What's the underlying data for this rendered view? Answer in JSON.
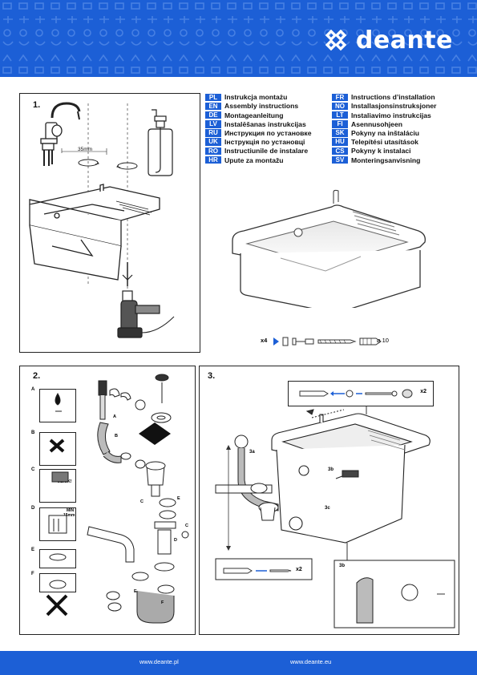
{
  "brand": {
    "name": "deante",
    "color": "#1c5fd6"
  },
  "languages": {
    "left": [
      {
        "code": "PL",
        "title": "Instrukcja montażu"
      },
      {
        "code": "EN",
        "title": "Assembly instructions"
      },
      {
        "code": "DE",
        "title": "Montageanleitung"
      },
      {
        "code": "LV",
        "title": "Instalēšanas instrukcijas"
      },
      {
        "code": "RU",
        "title": "Инструкция по установке"
      },
      {
        "code": "UK",
        "title": "Інструкція по установці"
      },
      {
        "code": "RO",
        "title": "Instructiunile de instalare"
      },
      {
        "code": "HR",
        "title": "Upute za montažu"
      }
    ],
    "right": [
      {
        "code": "FR",
        "title": "Instructions d’installation"
      },
      {
        "code": "NO",
        "title": "Installasjonsinstruksjoner"
      },
      {
        "code": "LT",
        "title": "Instaliavimo instrukcijas"
      },
      {
        "code": "FI",
        "title": "Asennusohjeen"
      },
      {
        "code": "SK",
        "title": "Pokyny na inštaláciu"
      },
      {
        "code": "HU",
        "title": "Telepítési utasítások"
      },
      {
        "code": "CS",
        "title": "Pokyny k instalaci"
      },
      {
        "code": "SV",
        "title": "Monteringsanvisning"
      }
    ]
  },
  "step1": {
    "number": "1.",
    "measure": "35mm"
  },
  "kit": {
    "count": "x4",
    "diameter": "⌀ 10"
  },
  "step2": {
    "number": "2.",
    "side_labels": [
      "A",
      "B",
      "C",
      "D",
      "E",
      "F"
    ],
    "click": "CLICK!",
    "min_label": "MIN",
    "min_value": "15mm",
    "part_labels": [
      "A",
      "B",
      "C",
      "C",
      "D",
      "E",
      "E",
      "F"
    ]
  },
  "step3": {
    "number": "3.",
    "sub_a": "3a",
    "sub_b": "3b",
    "sub_c": "3c",
    "detail_b": "3b",
    "count_top": "x2",
    "count_bottom": "x2"
  },
  "footer": {
    "left": "www.deante.pl",
    "right": "www.deante.eu"
  }
}
